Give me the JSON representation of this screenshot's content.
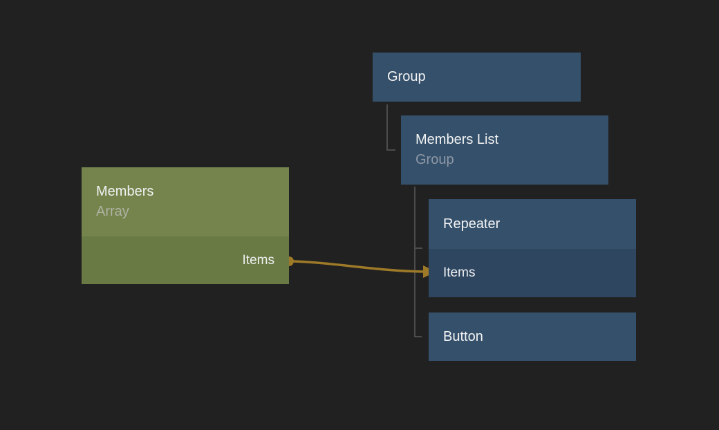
{
  "colors": {
    "background": "#212121",
    "node_blue": "#35506a",
    "node_blue_row": "#2e4660",
    "node_green": "#75844d",
    "node_green_row": "#6a7a45",
    "tree_line": "#4c4c4c",
    "connection": "#9e7a28",
    "title_text": "#f2f3f4",
    "subtitle_blue": "#8e98a6",
    "subtitle_green": "#aeb3a3"
  },
  "nodes": {
    "group": {
      "title": "Group"
    },
    "members_list": {
      "title": "Members List",
      "subtitle": "Group"
    },
    "repeater": {
      "title": "Repeater",
      "items_port": "Items"
    },
    "button": {
      "title": "Button"
    },
    "members": {
      "title": "Members",
      "subtitle": "Array",
      "items_port": "Items"
    }
  },
  "connection": {
    "from_node": "Members",
    "from_port": "Items",
    "to_node": "Repeater",
    "to_port": "Items"
  }
}
